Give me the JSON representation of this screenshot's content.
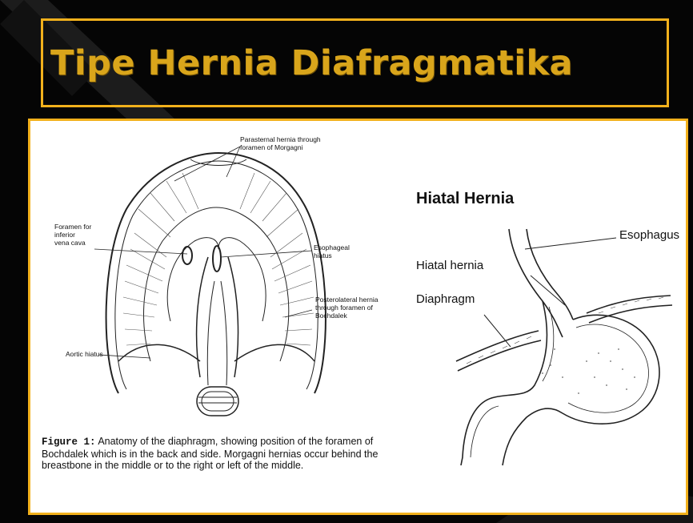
{
  "slide": {
    "title": "Tipe Hernia Diafragmatika",
    "accent_color": "#f2b11c",
    "title_color": "#d9a51b",
    "background_color": "#050505"
  },
  "figure_left": {
    "labels": {
      "parasternal": [
        "Parasternal hernia through",
        "foramen of Morgagni"
      ],
      "foramen_vena_cava": [
        "Foramen for",
        "inferior",
        "vena cava"
      ],
      "esophageal_hiatus": [
        "Esophageal",
        "hiatus"
      ],
      "posterolateral": [
        "Posterolateral hernia",
        "through foramen of",
        "Bochdalek"
      ],
      "aortic_hiatus": "Aortic hiatus"
    },
    "caption": {
      "label": "Figure 1:",
      "text": "Anatomy of the diaphragm, showing position of the foramen of Bochdalek which is in the back and side. Morgagni hernias occur behind the breastbone in the middle or to the right or left of the middle."
    }
  },
  "figure_right": {
    "title": "Hiatal Hernia",
    "labels": {
      "esophagus": "Esophagus",
      "hiatal_hernia": "Hiatal hernia",
      "diaphragm": "Diaphragm"
    }
  }
}
